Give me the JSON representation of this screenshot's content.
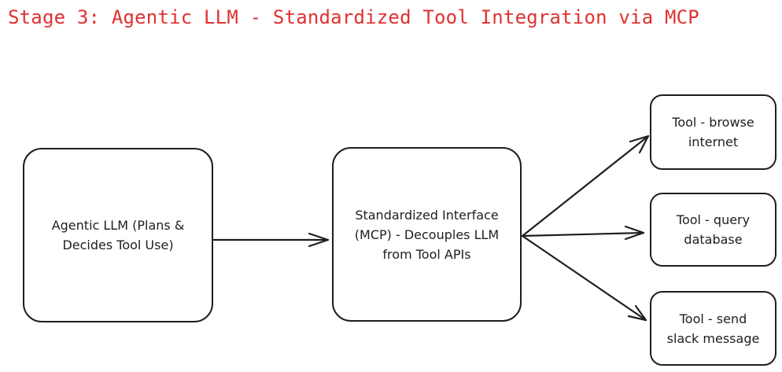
{
  "title": "Stage 3: Agentic LLM - Standardized Tool Integration via MCP",
  "colors": {
    "title": "#e03131",
    "stroke": "#1e1e1e",
    "background": "#ffffff"
  },
  "nodes": {
    "llm": "Agentic LLM (Plans & Decides Tool Use)",
    "mcp": "Standardized Interface (MCP) - Decouples LLM from Tool APIs",
    "tool_browse": "Tool - browse internet",
    "tool_query": "Tool - query database",
    "tool_slack": "Tool - send slack message"
  },
  "edges": [
    {
      "from": "llm",
      "to": "mcp"
    },
    {
      "from": "mcp",
      "to": "tool_browse"
    },
    {
      "from": "mcp",
      "to": "tool_query"
    },
    {
      "from": "mcp",
      "to": "tool_slack"
    }
  ]
}
